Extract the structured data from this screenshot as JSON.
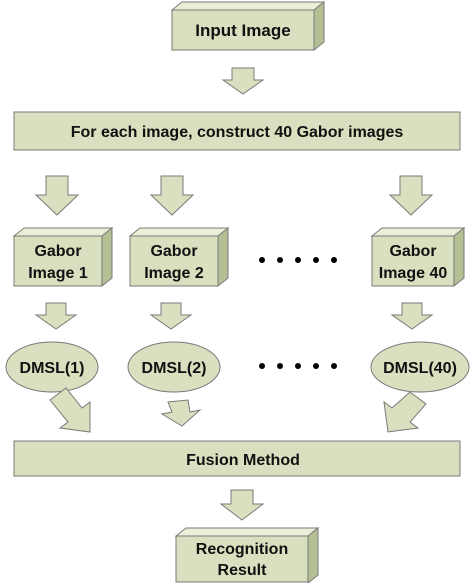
{
  "colors": {
    "box_fill": "#d8e0bf",
    "box_top": "#eaf0d8",
    "box_side": "#b4bf94",
    "stroke": "#7a7a7a",
    "arrow_fill": "#d8e0bf",
    "text": "#111111"
  },
  "nodes": {
    "input_image": "Input Image",
    "construct_gabor": "For each image, construct 40 Gabor images",
    "gabor_1": [
      "Gabor",
      "Image 1"
    ],
    "gabor_2": [
      "Gabor",
      "Image 2"
    ],
    "gabor_40": [
      "Gabor",
      "Image 40"
    ],
    "dmsl_1": "DMSL(1)",
    "dmsl_2": "DMSL(2)",
    "dmsl_40": "DMSL(40)",
    "fusion_method": "Fusion Method",
    "recognition_result": [
      "Recognition",
      "Result"
    ]
  },
  "ellipsis": {
    "gabor_row_dots": 5,
    "dmsl_row_dots": 5
  }
}
